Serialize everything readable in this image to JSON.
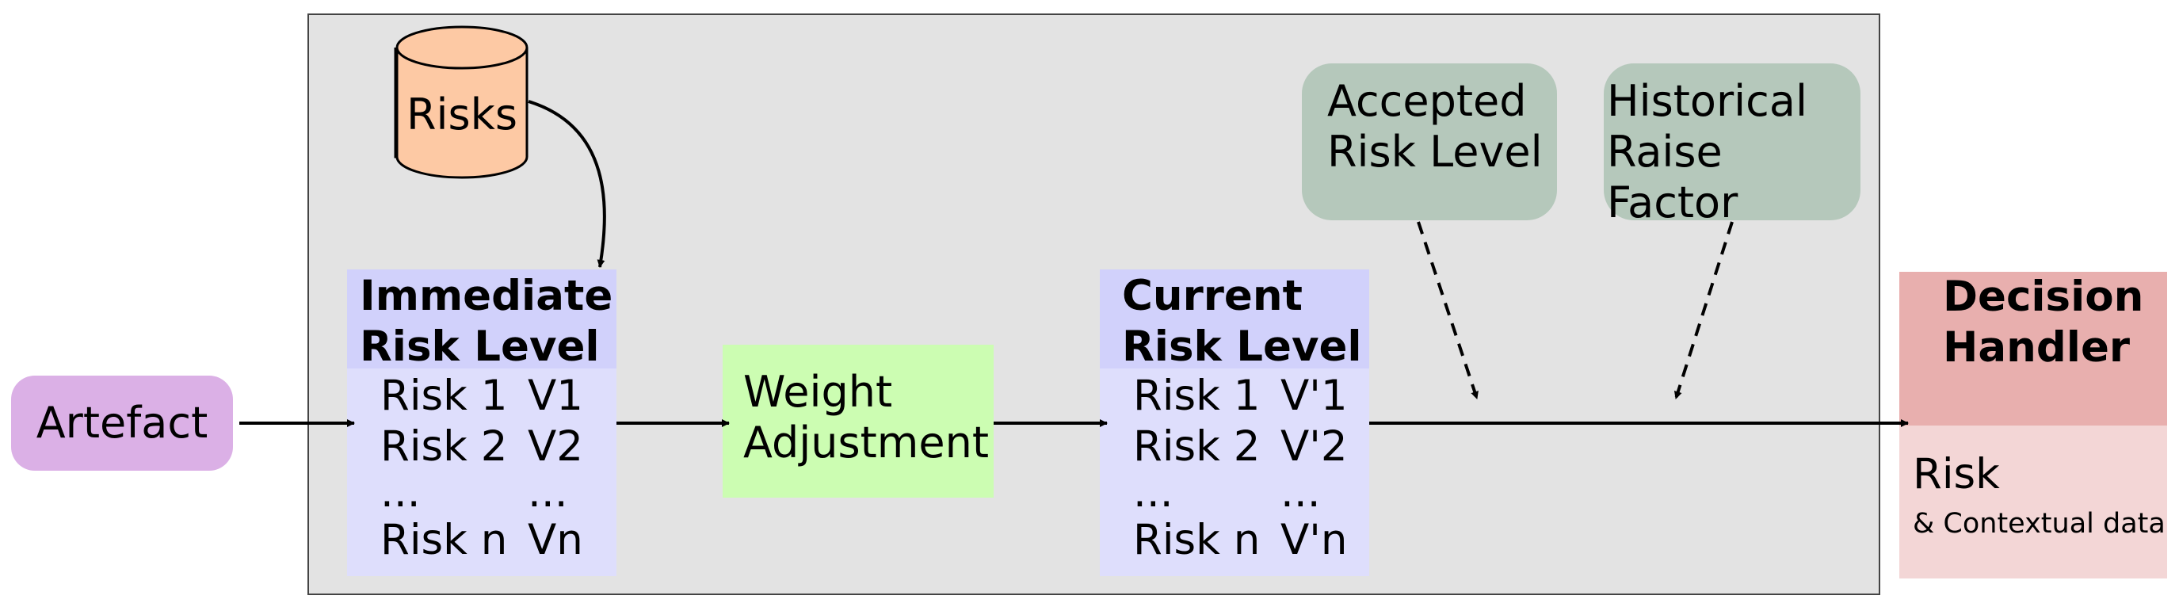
{
  "artefact": "Artefact",
  "risks_db": "Risks",
  "accepted_risk_level": [
    "Accepted",
    "Risk Level"
  ],
  "historical_raise_factor": [
    "Historical",
    "Raise Factor"
  ],
  "immediate_risk_level": {
    "title": [
      "Immediate",
      "Risk Level"
    ],
    "rows": [
      {
        "risk": "Risk 1",
        "value": "V1"
      },
      {
        "risk": "Risk 2",
        "value": "V2"
      },
      {
        "risk": "...",
        "value": "..."
      },
      {
        "risk": "Risk n",
        "value": "Vn"
      }
    ]
  },
  "weight_adjustment": [
    "Weight",
    "Adjustment"
  ],
  "current_risk_level": {
    "title": [
      "Current",
      "Risk Level"
    ],
    "rows": [
      {
        "risk": "Risk 1",
        "value": "V'1"
      },
      {
        "risk": "Risk 2",
        "value": "V'2"
      },
      {
        "risk": "...",
        "value": "..."
      },
      {
        "risk": "Risk n",
        "value": "V'n"
      }
    ]
  },
  "decision_handler": {
    "title": [
      "Decision",
      "Handler"
    ],
    "risk": "Risk",
    "context": "& Contextual data"
  },
  "colors": {
    "container": "#e3e3e3",
    "artefact": "#dbb0e6",
    "risks_db": "#fdc9a4",
    "green_boxes": "#b5c8bb",
    "table_header": "#d1d1fb",
    "table_body": "#dedefc",
    "weight_adjustment": "#ccfdb2",
    "decision_header": "#e8afae",
    "decision_body": "#f3d6d6"
  }
}
